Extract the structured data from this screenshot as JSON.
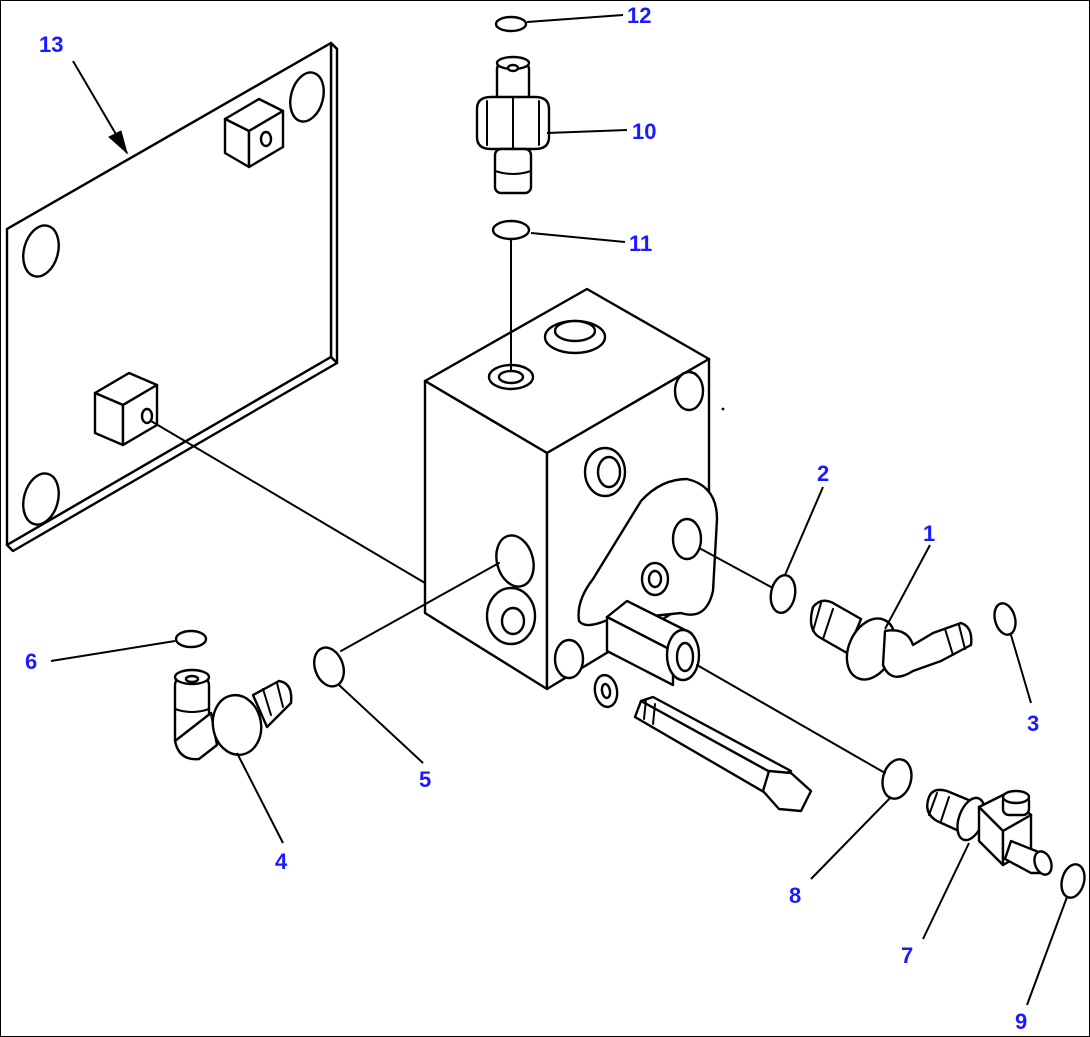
{
  "callout_color": "#1a1aff",
  "callouts": {
    "c1": "1",
    "c2": "2",
    "c3": "3",
    "c4": "4",
    "c5": "5",
    "c6": "6",
    "c7": "7",
    "c8": "8",
    "c9": "9",
    "c10": "10",
    "c11": "11",
    "c12": "12",
    "c13": "13"
  }
}
